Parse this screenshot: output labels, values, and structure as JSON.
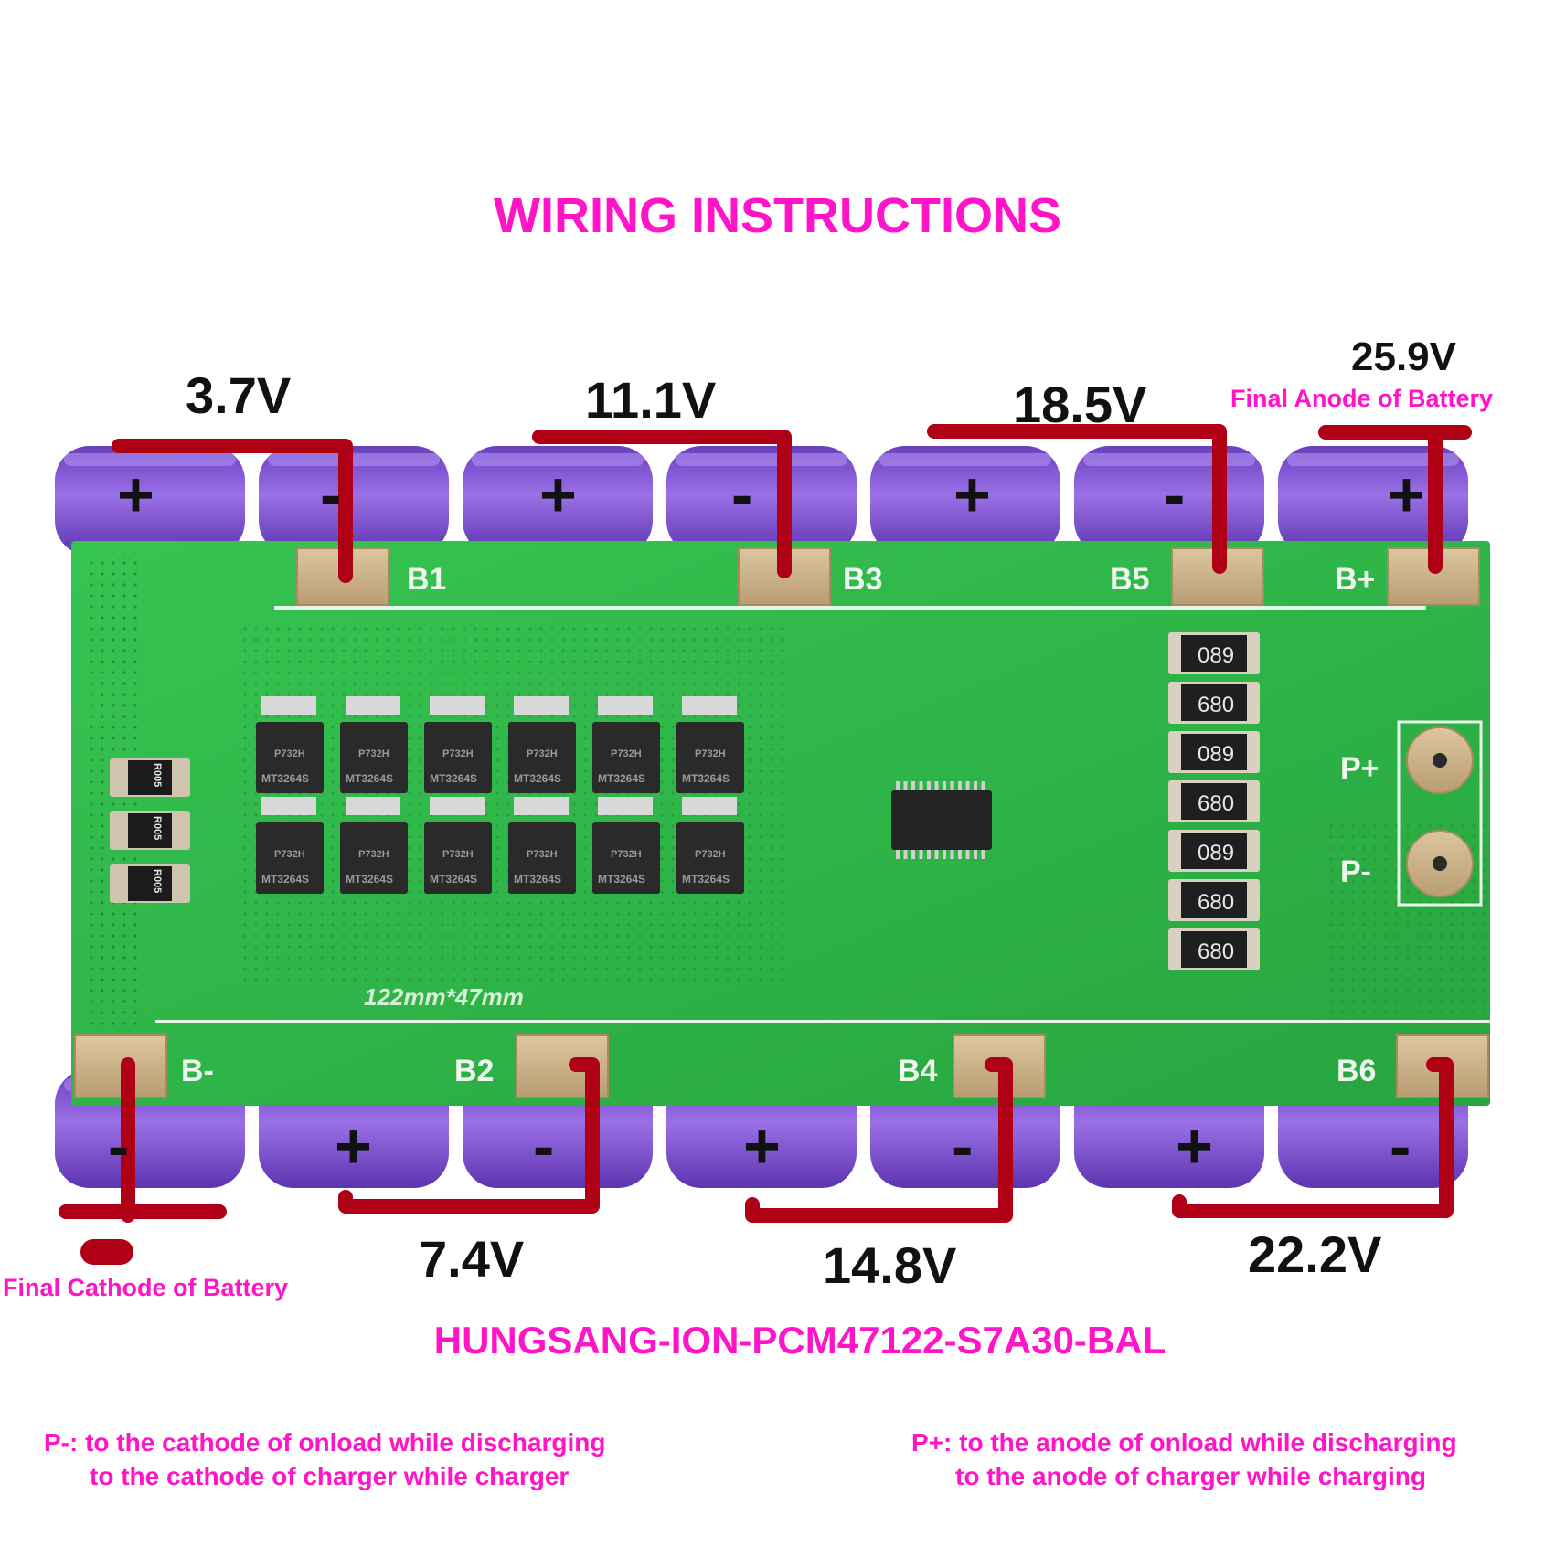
{
  "title": "WIRING INSTRUCTIONS",
  "model": "HUNGSANG-ION-PCM47122-S7A30-BAL",
  "voltages": {
    "v1": "3.7V",
    "v2": "7.4V",
    "v3": "11.1V",
    "v4": "14.8V",
    "v5": "18.5V",
    "v6": "22.2V",
    "v7": "25.9V"
  },
  "notes": {
    "final_anode": "Final Anode of Battery",
    "final_cathode": "Final Cathode of Battery"
  },
  "instructions": {
    "p_minus": [
      "P-: to the cathode of onload while discharging",
      "to the cathode of charger while charger"
    ],
    "p_plus": [
      "P+: to the anode of onload while discharging",
      "to the anode of charger while charging"
    ]
  },
  "board": {
    "top_pads": [
      "B1",
      "B3",
      "B5",
      "B+"
    ],
    "bottom_pads": [
      "B-",
      "B2",
      "B4",
      "B6"
    ],
    "power_pads": [
      "P+",
      "P-"
    ],
    "mosfet_top_label": "P732H",
    "mosfet_bottom_label": "MT3264S",
    "resistor_values": [
      "089",
      "680",
      "089",
      "680",
      "089",
      "680",
      "680"
    ],
    "shunt_labels": [
      "R005",
      "R005",
      "R005"
    ],
    "silkscreen": "122mm*47mm"
  },
  "polarity": {
    "top": [
      "+",
      "-",
      "+",
      "-",
      "+",
      "-",
      "+"
    ],
    "bottom": [
      "-",
      "+",
      "-",
      "+",
      "-",
      "+",
      "-"
    ]
  },
  "colors": {
    "accent_text": "#ff14c8",
    "wire": "#b00016",
    "pcb": "#2fb84a",
    "cell": "#8b60d8",
    "pad": "#cdb58e"
  }
}
